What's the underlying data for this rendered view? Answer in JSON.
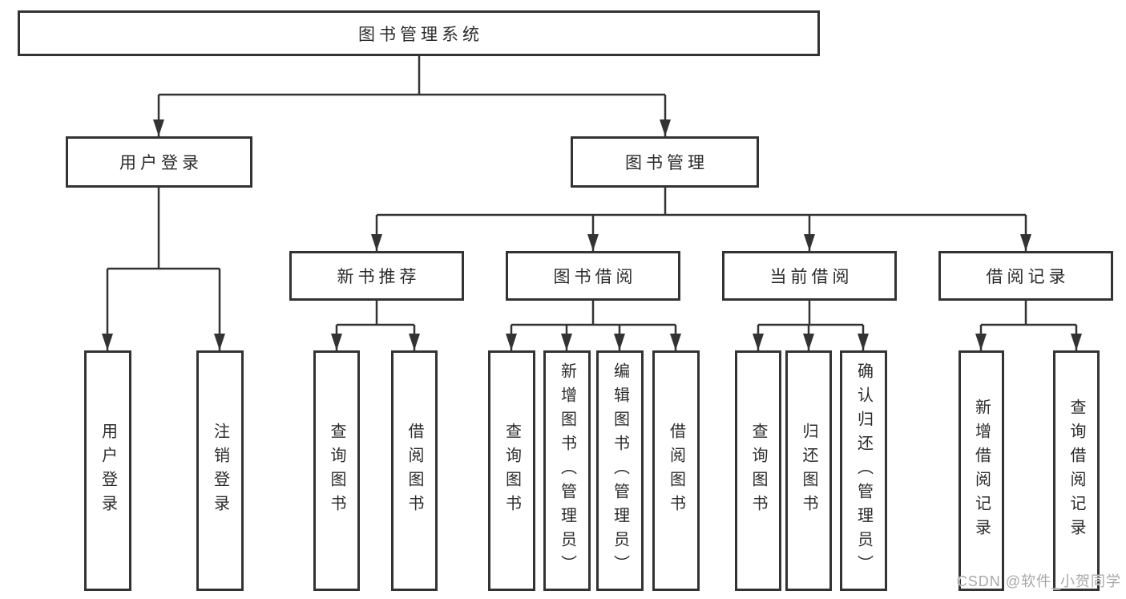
{
  "diagram": {
    "watermark": "CSDN @软件_小贺同学",
    "colors": {
      "line": "#333333",
      "box_border": "#333333",
      "text": "#2b2b2b",
      "watermark": "#a8a8a8",
      "background": "#ffffff"
    },
    "nodes": {
      "root": {
        "label": "图书管理系统"
      },
      "user_login": {
        "label": "用户登录"
      },
      "book_mgmt": {
        "label": "图书管理"
      },
      "new_book_rec": {
        "label": "新书推荐"
      },
      "book_borrow": {
        "label": "图书借阅"
      },
      "current_borrow": {
        "label": "当前借阅"
      },
      "borrow_record": {
        "label": "借阅记录"
      },
      "leaf_user_login": {
        "label": "用户登录"
      },
      "leaf_logout": {
        "label": "注销登录"
      },
      "leaf_query_book_1": {
        "label": "查询图书"
      },
      "leaf_borrow_book_1": {
        "label": "借阅图书"
      },
      "leaf_query_book_2": {
        "label": "查询图书"
      },
      "leaf_add_book": {
        "label": "新增图书（管理员）"
      },
      "leaf_edit_book": {
        "label": "编辑图书（管理员）"
      },
      "leaf_borrow_book_2": {
        "label": "借阅图书"
      },
      "leaf_query_book_3": {
        "label": "查询图书"
      },
      "leaf_return_book": {
        "label": "归还图书"
      },
      "leaf_confirm_return": {
        "label": "确认归还（管理员）"
      },
      "leaf_add_record": {
        "label": "新增借阅记录"
      },
      "leaf_query_record": {
        "label": "查询借阅记录"
      }
    },
    "edges": [
      {
        "from": "root",
        "to": [
          "user_login",
          "book_mgmt"
        ]
      },
      {
        "from": "user_login",
        "to": [
          "leaf_user_login",
          "leaf_logout"
        ]
      },
      {
        "from": "book_mgmt",
        "to": [
          "new_book_rec",
          "book_borrow",
          "current_borrow",
          "borrow_record"
        ]
      },
      {
        "from": "new_book_rec",
        "to": [
          "leaf_query_book_1",
          "leaf_borrow_book_1"
        ]
      },
      {
        "from": "book_borrow",
        "to": [
          "leaf_query_book_2",
          "leaf_add_book",
          "leaf_edit_book",
          "leaf_borrow_book_2"
        ]
      },
      {
        "from": "current_borrow",
        "to": [
          "leaf_query_book_3",
          "leaf_return_book",
          "leaf_confirm_return"
        ]
      },
      {
        "from": "borrow_record",
        "to": [
          "leaf_add_record",
          "leaf_query_record"
        ]
      }
    ]
  }
}
